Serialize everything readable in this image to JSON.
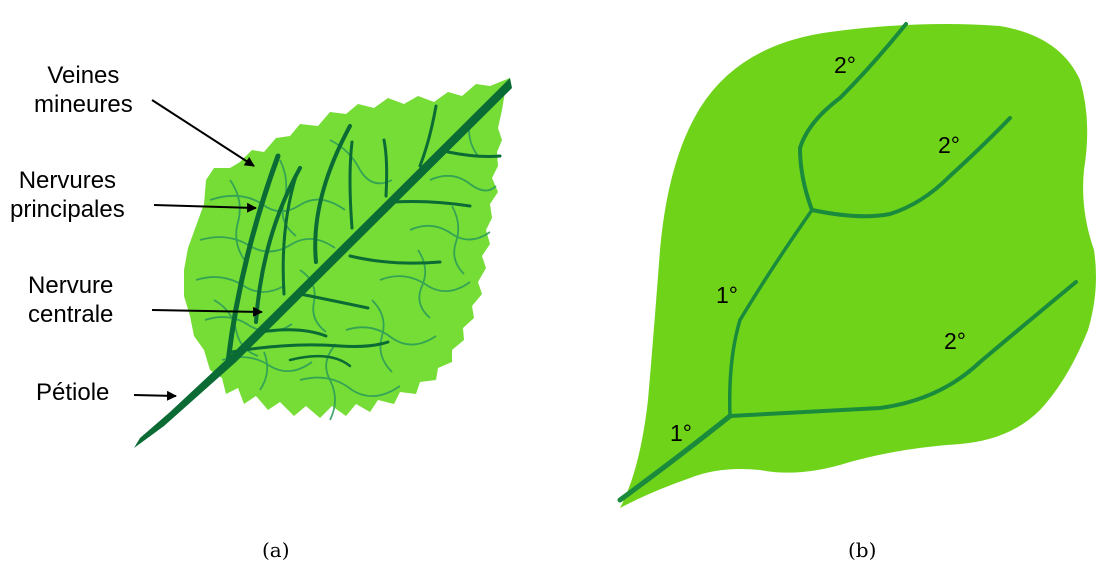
{
  "colors": {
    "leaf_light": "#75dd36",
    "leaf_bright": "#6fd31a",
    "vein_dark": "#0b6b34",
    "vein_mid": "#1a8a3c",
    "vein_minor": "#2a9a5a"
  },
  "panel_a": {
    "labels": {
      "minor_veins": [
        "Veines",
        "mineures"
      ],
      "major_veins": [
        "Nervures",
        "principales"
      ],
      "midrib": [
        "Nervure",
        "centrale"
      ],
      "petiole": "Pétiole"
    },
    "caption": "(a)"
  },
  "panel_b": {
    "vein_orders": {
      "primary_lower": "1°",
      "primary_upper": "1°",
      "secondary_top": "2°",
      "secondary_middle": "2°",
      "secondary_bottom": "2°"
    },
    "caption": "(b)"
  }
}
